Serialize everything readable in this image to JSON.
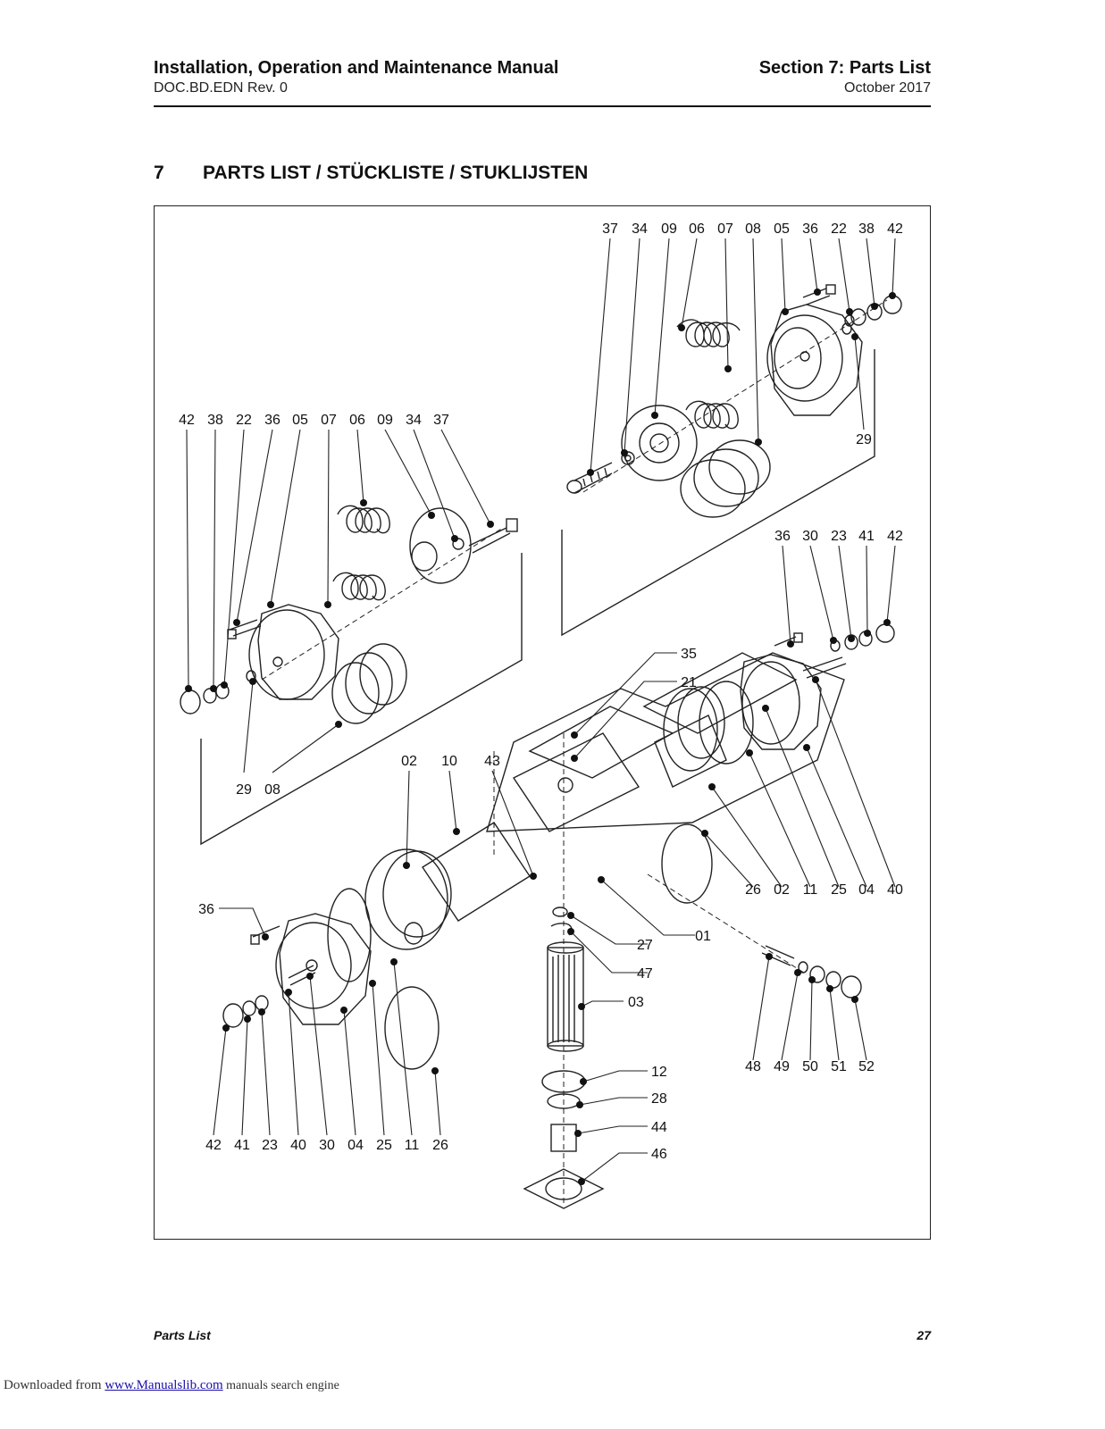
{
  "header": {
    "left_title": "Installation, Operation and Maintenance Manual",
    "left_sub": "DOC.BD.EDN Rev. 0",
    "right_title": "Section 7: Parts List",
    "right_sub": "October 2017"
  },
  "section": {
    "number": "7",
    "title": "PARTS LIST / STÜCKLISTE / STUKLIJSTEN"
  },
  "figure": {
    "callouts_top_right_cap": [
      "37",
      "34",
      "09",
      "06",
      "07",
      "08",
      "05",
      "36",
      "22",
      "38",
      "42"
    ],
    "callout_29_top": "29",
    "callouts_left_cap_top": [
      "42",
      "38",
      "22",
      "36",
      "05",
      "07",
      "06",
      "09",
      "34",
      "37"
    ],
    "callouts_left_cap_bottom": [
      "29",
      "08"
    ],
    "callouts_right_cap_bolt": [
      "36",
      "30",
      "23",
      "41",
      "42"
    ],
    "callouts_right_side": [
      "35",
      "21"
    ],
    "callouts_body_top": [
      "02",
      "10",
      "43"
    ],
    "callouts_right_body_bottom": [
      "26",
      "02",
      "11",
      "25",
      "04",
      "40"
    ],
    "callout_01": "01",
    "callout_36_left": "36",
    "callouts_shaft": [
      "27",
      "47",
      "03",
      "12",
      "28",
      "44",
      "46"
    ],
    "callouts_stop_bolt": [
      "48",
      "49",
      "50",
      "51",
      "52"
    ],
    "callouts_bottom_left": [
      "42",
      "41",
      "23",
      "40",
      "30",
      "04",
      "25",
      "11",
      "26"
    ]
  },
  "footer": {
    "left": "Parts List",
    "page": "27"
  },
  "download": {
    "prefix": "Downloaded from ",
    "link": "www.Manualslib.com",
    "suffix": " manuals search engine"
  }
}
